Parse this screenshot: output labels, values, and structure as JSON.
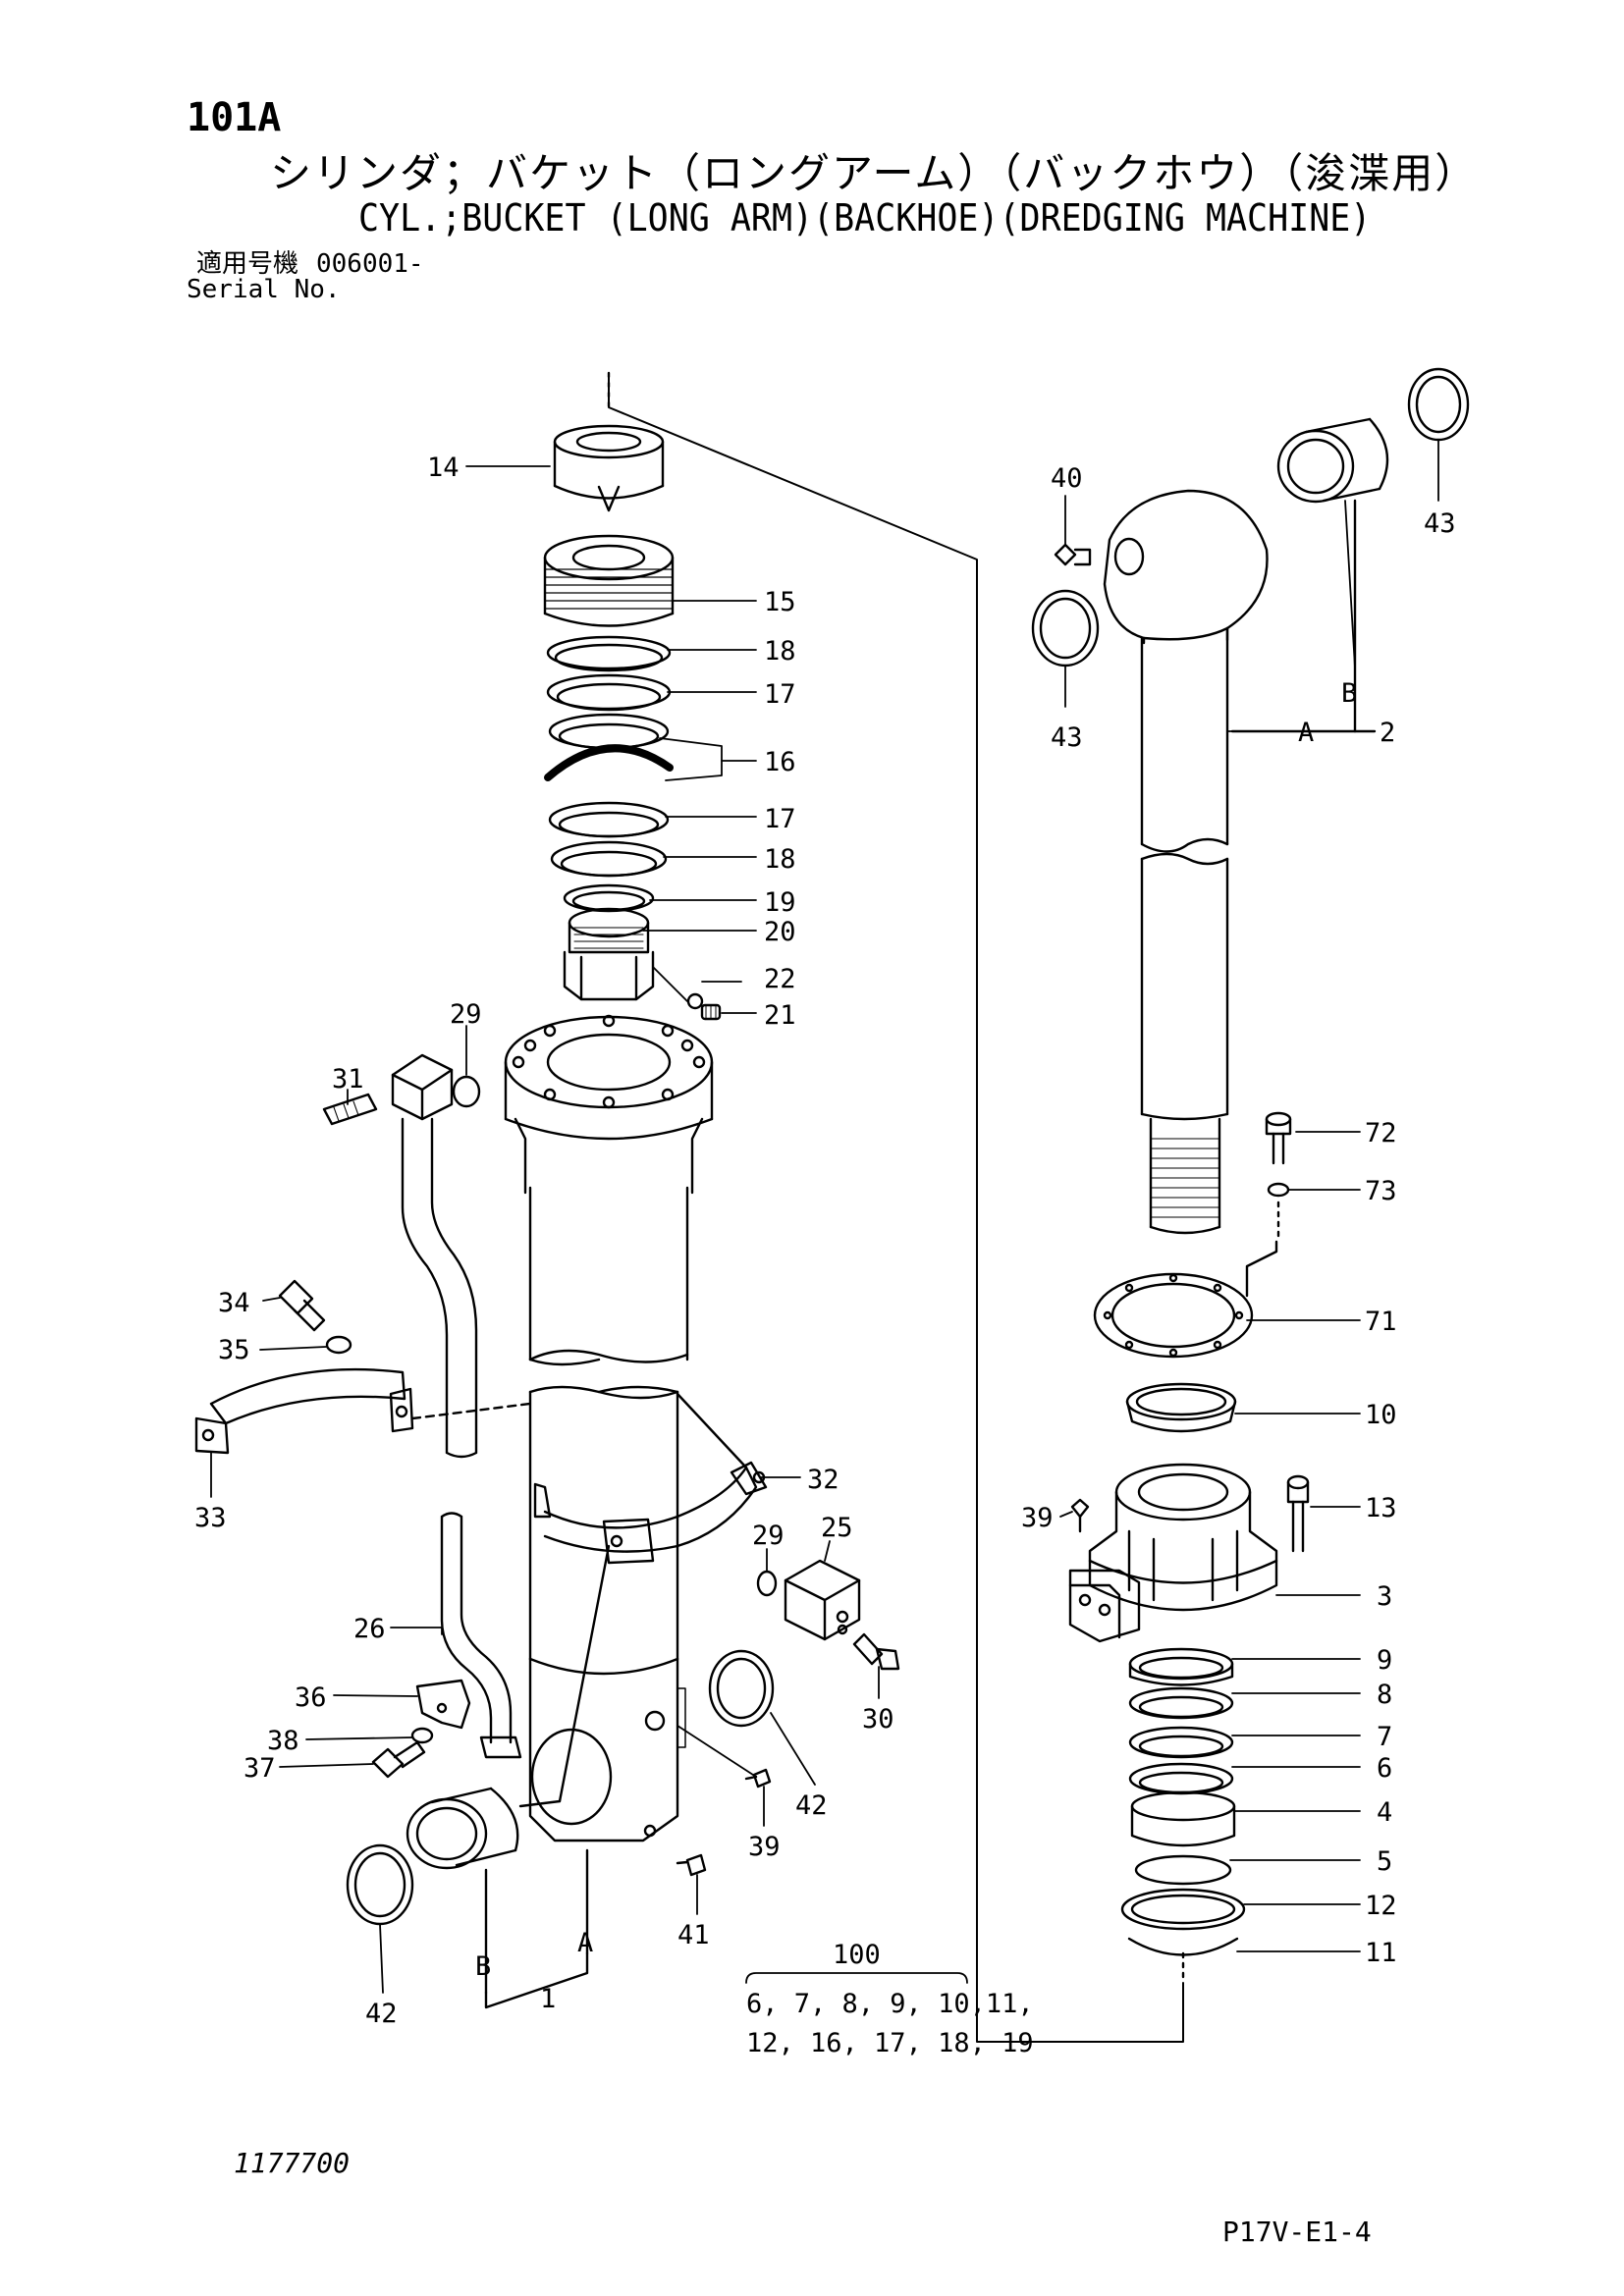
{
  "header": {
    "code": "101A",
    "title_jp": "シリンダ；バケット（ロングアーム）（バックホウ）（浚渫用）",
    "title_en": "CYL.;BUCKET (LONG ARM)(BACKHOE)(DREDGING MACHINE)",
    "serial_label_jp": "適用号機",
    "serial_value": "006001-",
    "serial_label_en": "Serial No."
  },
  "callouts": [
    {
      "id": "14",
      "text": "14"
    },
    {
      "id": "15",
      "text": "15"
    },
    {
      "id": "18a",
      "text": "18"
    },
    {
      "id": "17a",
      "text": "17"
    },
    {
      "id": "16",
      "text": "16"
    },
    {
      "id": "17b",
      "text": "17"
    },
    {
      "id": "18b",
      "text": "18"
    },
    {
      "id": "19",
      "text": "19"
    },
    {
      "id": "20",
      "text": "20"
    },
    {
      "id": "22",
      "text": "22"
    },
    {
      "id": "21",
      "text": "21"
    },
    {
      "id": "29a",
      "text": "29"
    },
    {
      "id": "31",
      "text": "31"
    },
    {
      "id": "34",
      "text": "34"
    },
    {
      "id": "35",
      "text": "35"
    },
    {
      "id": "33",
      "text": "33"
    },
    {
      "id": "32",
      "text": "32"
    },
    {
      "id": "29b",
      "text": "29"
    },
    {
      "id": "25",
      "text": "25"
    },
    {
      "id": "26",
      "text": "26"
    },
    {
      "id": "36",
      "text": "36"
    },
    {
      "id": "38",
      "text": "38"
    },
    {
      "id": "37",
      "text": "37"
    },
    {
      "id": "30",
      "text": "30"
    },
    {
      "id": "42a",
      "text": "42"
    },
    {
      "id": "39a",
      "text": "39"
    },
    {
      "id": "41",
      "text": "41"
    },
    {
      "id": "42b",
      "text": "42"
    },
    {
      "id": "A1",
      "text": "A"
    },
    {
      "id": "B1",
      "text": "B"
    },
    {
      "id": "1",
      "text": "1"
    },
    {
      "id": "40",
      "text": "40"
    },
    {
      "id": "43a",
      "text": "43"
    },
    {
      "id": "43b",
      "text": "43"
    },
    {
      "id": "B2",
      "text": "B"
    },
    {
      "id": "A2",
      "text": "A"
    },
    {
      "id": "2",
      "text": "2"
    },
    {
      "id": "72",
      "text": "72"
    },
    {
      "id": "73",
      "text": "73"
    },
    {
      "id": "71",
      "text": "71"
    },
    {
      "id": "10",
      "text": "10"
    },
    {
      "id": "39b",
      "text": "39"
    },
    {
      "id": "13",
      "text": "13"
    },
    {
      "id": "3",
      "text": "3"
    },
    {
      "id": "9",
      "text": "9"
    },
    {
      "id": "8",
      "text": "8"
    },
    {
      "id": "7",
      "text": "7"
    },
    {
      "id": "6",
      "text": "6"
    },
    {
      "id": "4",
      "text": "4"
    },
    {
      "id": "5",
      "text": "5"
    },
    {
      "id": "12",
      "text": "12"
    },
    {
      "id": "11",
      "text": "11"
    }
  ],
  "kit": {
    "number": "100",
    "line1": "6, 7, 8, 9, 10,11,",
    "line2": "12, 16, 17, 18, 19"
  },
  "footer": {
    "drawing_number": "1177700",
    "page_ref": "P17V-E1-4"
  }
}
